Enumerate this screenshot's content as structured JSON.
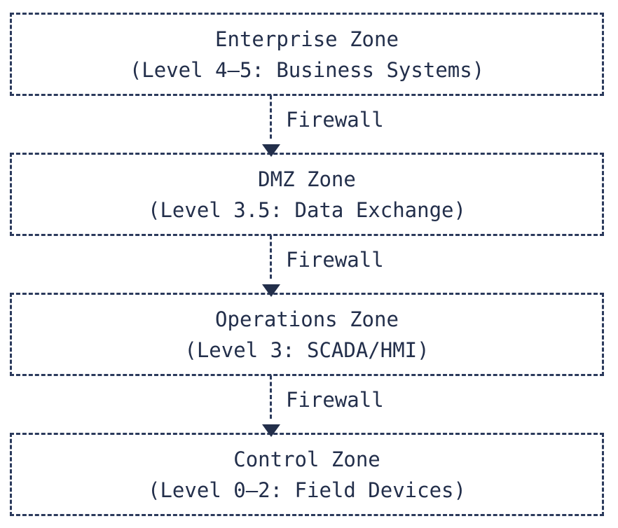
{
  "diagram": {
    "type": "layered-network-zone-diagram",
    "background_color": "#ffffff",
    "stroke_color": "#2b3a5c",
    "text_color": "#232f4b",
    "zones": [
      {
        "id": "enterprise-zone",
        "title": "Enterprise Zone",
        "subtitle": "(Level 4–5: Business Systems)"
      },
      {
        "id": "dmz-zone",
        "title": "DMZ Zone",
        "subtitle": "(Level 3.5: Data Exchange)"
      },
      {
        "id": "operations-zone",
        "title": "Operations Zone",
        "subtitle": "(Level 3: SCADA/HMI)"
      },
      {
        "id": "control-zone",
        "title": "Control Zone",
        "subtitle": "(Level 0–2: Field Devices)"
      }
    ],
    "connectors": [
      {
        "id": "firewall-enterprise-dmz",
        "label": "Firewall",
        "from": "enterprise-zone",
        "to": "dmz-zone"
      },
      {
        "id": "firewall-dmz-operations",
        "label": "Firewall",
        "from": "dmz-zone",
        "to": "operations-zone"
      },
      {
        "id": "firewall-operations-control",
        "label": "Firewall",
        "from": "operations-zone",
        "to": "control-zone"
      }
    ]
  }
}
